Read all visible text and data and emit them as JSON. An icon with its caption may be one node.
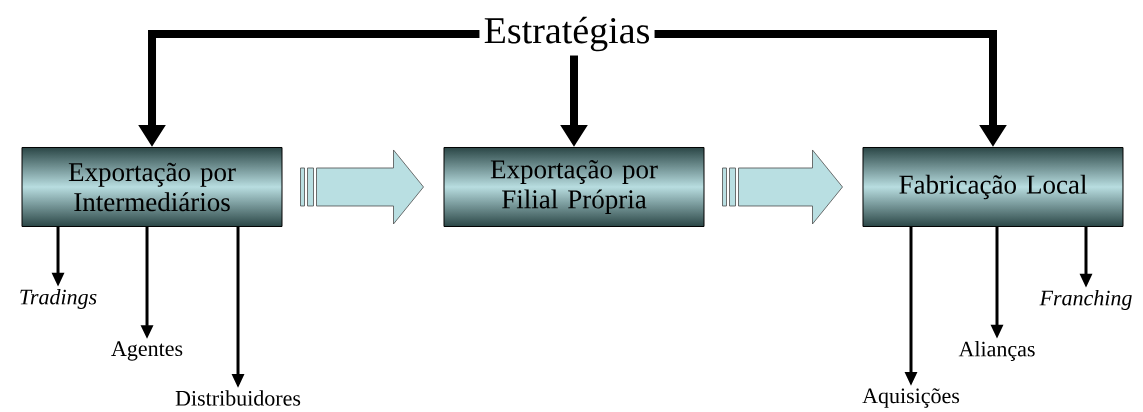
{
  "diagram": {
    "nodes": [
      {
        "text": [
          "Estratégias"
        ]
      },
      {
        "text": [
          "Exportação por Intermediários"
        ]
      },
      {
        "text": [
          "Exportação por Filial Própria"
        ]
      },
      {
        "text": [
          "Fabricação Local"
        ]
      },
      {
        "text": [
          "*Tradings*"
        ]
      },
      {
        "text": [
          "Agentes"
        ]
      },
      {
        "text": [
          "Distribuidores"
        ]
      },
      {
        "text": [
          "Aquisições"
        ]
      },
      {
        "text": [
          "Alianças"
        ]
      },
      {
        "text": [
          "*Franching*"
        ]
      }
    ],
    "edges": [
      {
        "from": 0,
        "to": 1,
        "arrow": "to",
        "style": "thick"
      },
      {
        "from": 0,
        "to": 2,
        "arrow": "to",
        "style": "thick"
      },
      {
        "from": 0,
        "to": 3,
        "arrow": "to",
        "style": "thick"
      },
      {
        "from": 1,
        "to": 2,
        "arrow": "to",
        "color": "#b9dfe2"
      },
      {
        "from": 2,
        "to": 3,
        "arrow": "to",
        "color": "#b9dfe2"
      },
      {
        "from": 1,
        "to": 4,
        "arrow": "to"
      },
      {
        "from": 1,
        "to": 5,
        "arrow": "to"
      },
      {
        "from": 1,
        "to": 6,
        "arrow": "to"
      },
      {
        "from": 3,
        "to": 7,
        "arrow": "to"
      },
      {
        "from": 3,
        "to": 8,
        "arrow": "to"
      },
      {
        "from": 3,
        "to": 9,
        "arrow": "to"
      }
    ]
  }
}
